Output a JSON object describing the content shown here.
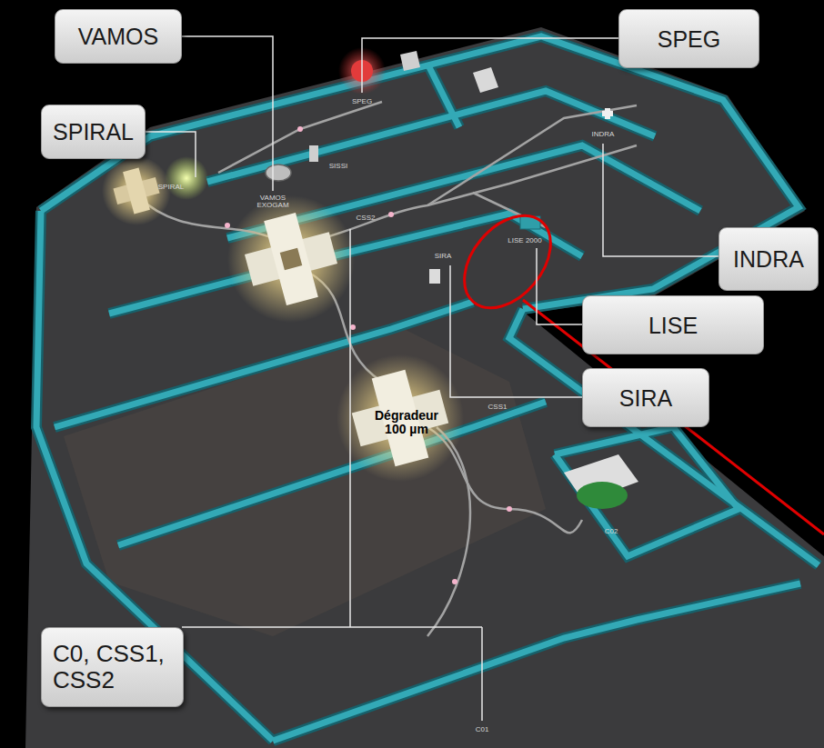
{
  "diagram": {
    "nodes": [
      {
        "text": [
          "VAMOS"
        ]
      },
      {
        "text": [
          "SPEG"
        ]
      },
      {
        "text": [
          "SPIRAL"
        ]
      },
      {
        "text": [
          "INDRA"
        ]
      },
      {
        "text": [
          "LISE"
        ]
      },
      {
        "text": [
          "SIRA"
        ]
      },
      {
        "text": [
          "C0, CSS1, CSS2"
        ]
      }
    ],
    "labels": [
      "Dégradeur 100 µm",
      "SPEG",
      "VAMOS EXOGAM",
      "SPIRAL",
      "SISSI",
      "CSS2",
      "SIRA",
      "LISE 2000",
      "INDRA",
      "CSS1",
      "C02",
      "C01"
    ]
  }
}
